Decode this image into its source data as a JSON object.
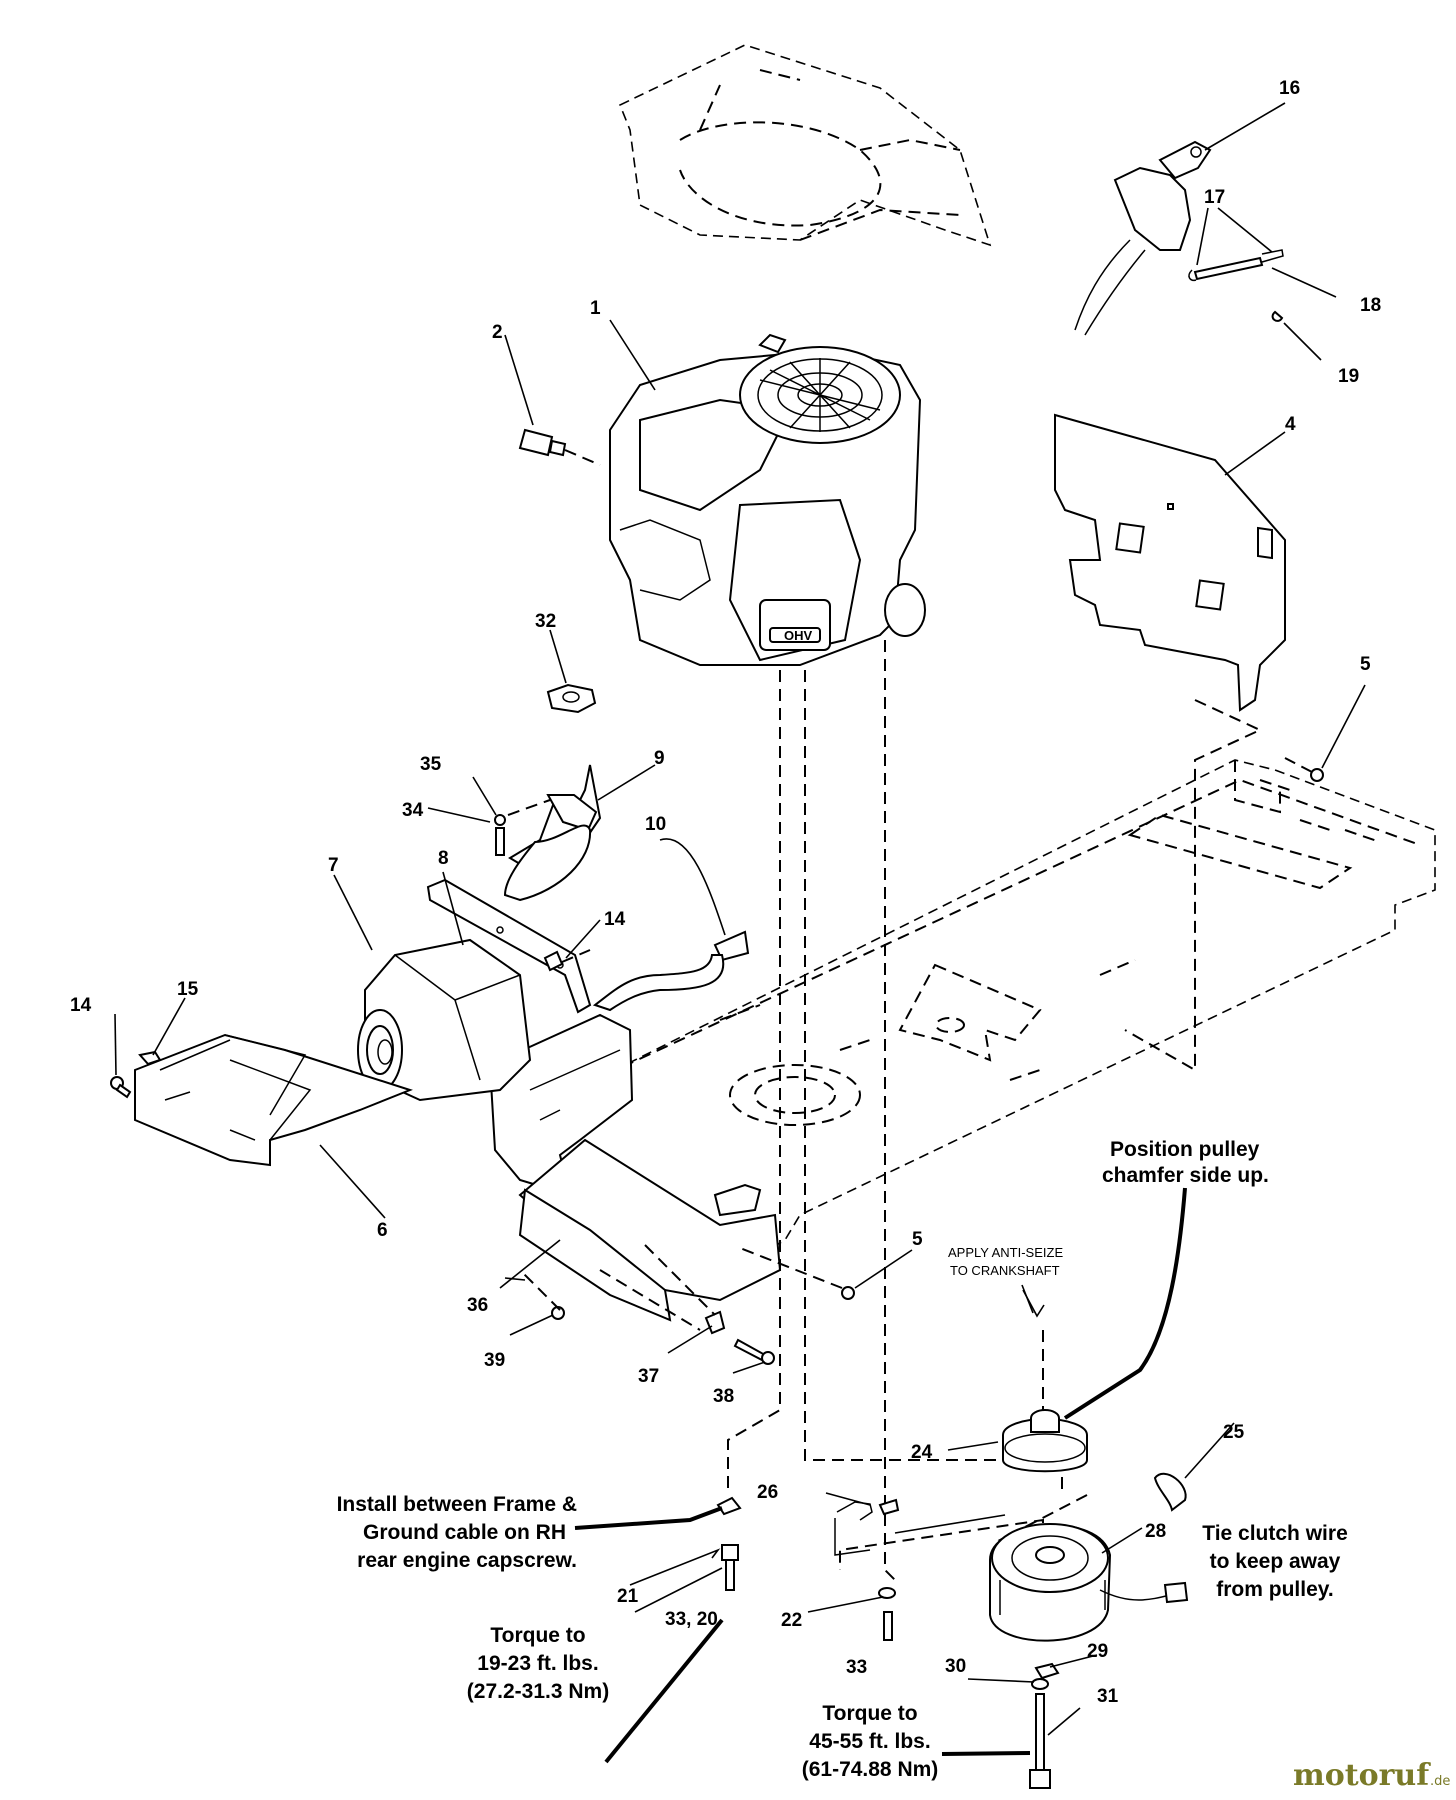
{
  "diagram": {
    "parts": [
      {
        "id": "p1",
        "label": "1"
      },
      {
        "id": "p2",
        "label": "2"
      },
      {
        "id": "p4",
        "label": "4"
      },
      {
        "id": "p5a",
        "label": "5"
      },
      {
        "id": "p5b",
        "label": "5"
      },
      {
        "id": "p6",
        "label": "6"
      },
      {
        "id": "p7",
        "label": "7"
      },
      {
        "id": "p8",
        "label": "8"
      },
      {
        "id": "p9",
        "label": "9"
      },
      {
        "id": "p10",
        "label": "10"
      },
      {
        "id": "p14a",
        "label": "14"
      },
      {
        "id": "p14b",
        "label": "14"
      },
      {
        "id": "p15",
        "label": "15"
      },
      {
        "id": "p16",
        "label": "16"
      },
      {
        "id": "p17",
        "label": "17"
      },
      {
        "id": "p18",
        "label": "18"
      },
      {
        "id": "p19",
        "label": "19"
      },
      {
        "id": "p21",
        "label": "21"
      },
      {
        "id": "p22",
        "label": "22"
      },
      {
        "id": "p24",
        "label": "24"
      },
      {
        "id": "p25",
        "label": "25"
      },
      {
        "id": "p26",
        "label": "26"
      },
      {
        "id": "p28",
        "label": "28"
      },
      {
        "id": "p29",
        "label": "29"
      },
      {
        "id": "p30",
        "label": "30"
      },
      {
        "id": "p31",
        "label": "31"
      },
      {
        "id": "p32",
        "label": "32"
      },
      {
        "id": "p33a",
        "label": "33, 20"
      },
      {
        "id": "p33b",
        "label": "33"
      },
      {
        "id": "p34",
        "label": "34"
      },
      {
        "id": "p35",
        "label": "35"
      },
      {
        "id": "p36",
        "label": "36"
      },
      {
        "id": "p37",
        "label": "37"
      },
      {
        "id": "p38",
        "label": "38"
      },
      {
        "id": "p39",
        "label": "39"
      }
    ],
    "notes": {
      "pulley": [
        "Position pulley",
        "chamfer side up."
      ],
      "antiseize": [
        "APPLY ANTI-SEIZE",
        "TO CRANKSHAFT"
      ],
      "ground": [
        "Install between Frame &",
        "Ground cable on RH",
        "rear engine capscrew."
      ],
      "torque1": [
        "Torque to",
        "19-23 ft. lbs.",
        "(27.2-31.3 Nm)"
      ],
      "torque2": [
        "Torque to",
        "45-55 ft. lbs.",
        "(61-74.88 Nm)"
      ],
      "clutch": [
        "Tie clutch wire",
        "to keep away",
        "from pulley."
      ],
      "engine_badge": "OHV"
    },
    "watermark": {
      "name": "motoruf",
      "suffix": ".de"
    }
  }
}
